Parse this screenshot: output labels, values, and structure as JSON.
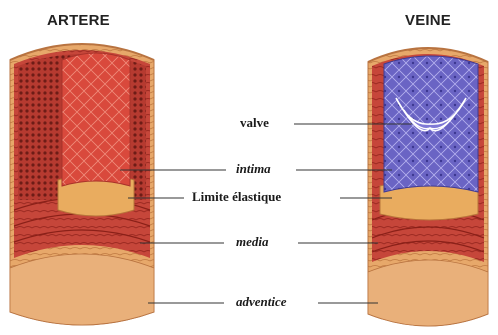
{
  "titles": {
    "artery": "ARTERE",
    "vein": "VEINE"
  },
  "labels": {
    "valve": "valve",
    "intima": "intima",
    "elastic_limit": "Limite élastique",
    "media": "media",
    "adventice": "adventice"
  },
  "colors": {
    "adventitia": "#e7a86a",
    "media": "#c6463a",
    "media_dark": "#9c2a22",
    "artery_lumen": "#d9493c",
    "elastic_limit": "#e9ac5f",
    "vein_intima": "#6a64c4",
    "vein_valve": "#7f79d6",
    "leader_line": "#333333"
  }
}
